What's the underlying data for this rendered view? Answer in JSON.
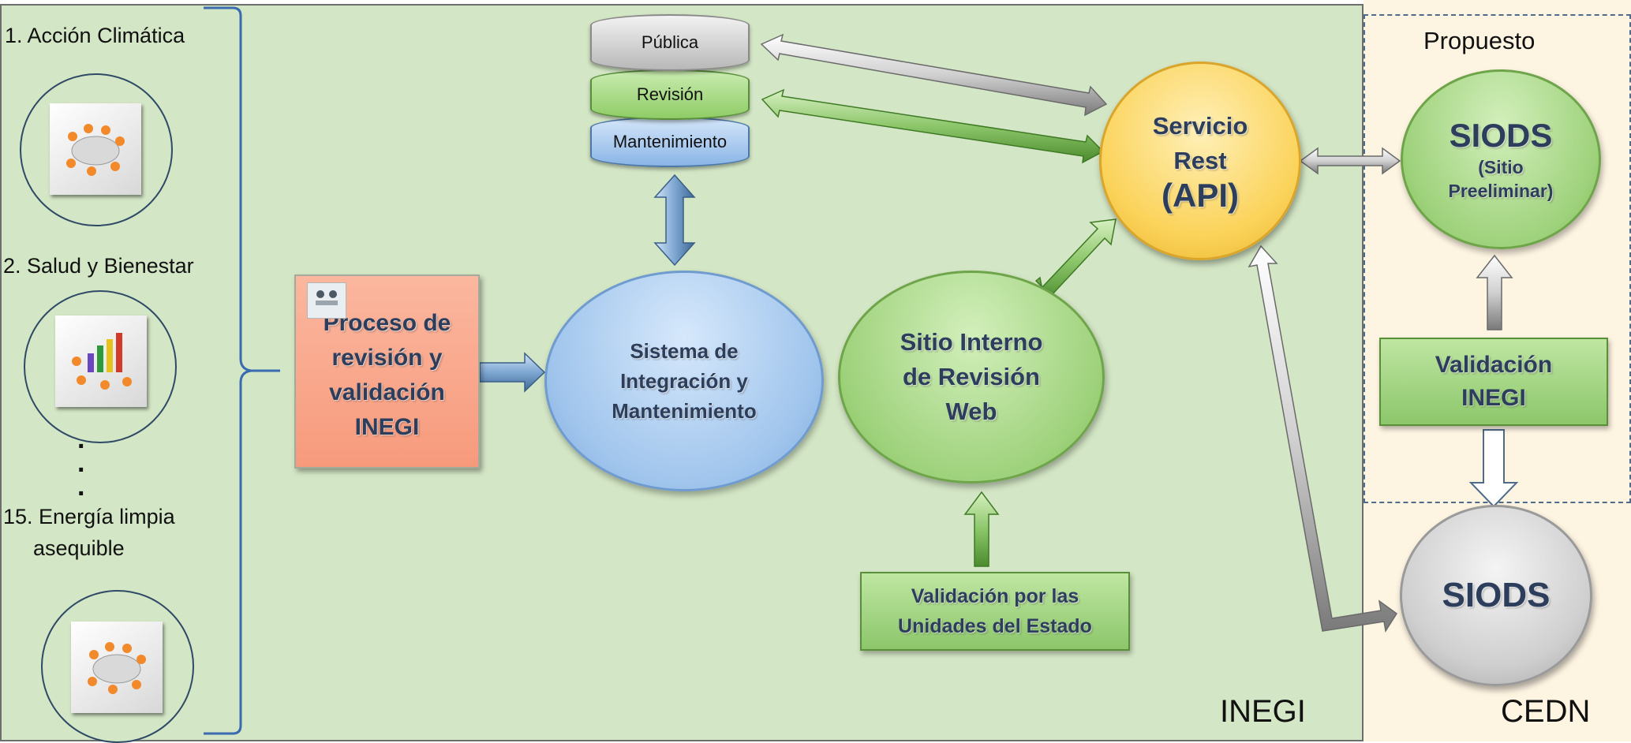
{
  "regions": {
    "inegi_label": "INEGI",
    "cedn_label": "CEDN",
    "propuesto_label": "Propuesto"
  },
  "goals": {
    "items": [
      "1.  Acción Climática",
      "2. Salud y Bienestar",
      "15. Energía limpia",
      "asequible"
    ],
    "dots": ".\n.\n."
  },
  "nodes": {
    "process": [
      "Proceso de",
      "revisión y",
      "validación",
      "INEGI"
    ],
    "integration": [
      "Sistema de",
      "Integración y",
      "Mantenimiento"
    ],
    "internal_site": [
      "Sitio Interno",
      "de Revisión",
      "Web"
    ],
    "rest": [
      "Servicio",
      "Rest",
      "(API)"
    ],
    "siods_pre": {
      "title": "SIODS",
      "sub1": "(Sitio",
      "sub2": "Preeliminar)"
    },
    "siods": "SIODS",
    "validation_inegi": [
      "Validación",
      "INEGI"
    ],
    "validation_states": [
      "Validación por las",
      "Unidades del Estado"
    ]
  },
  "database": {
    "layers": [
      "Pública",
      "Revisión",
      "Mantenimiento"
    ]
  },
  "colors": {
    "background_inegi": "#d3e6c5",
    "background_cedn": "#fef4e2",
    "process_box": "#f9a98e",
    "blue_node": "#a9ccf0",
    "green_node": "#9fd27c",
    "rest_node": "#fbd35a",
    "gray_node": "#c8c8c8",
    "text_navy": "#2c3e5c"
  }
}
